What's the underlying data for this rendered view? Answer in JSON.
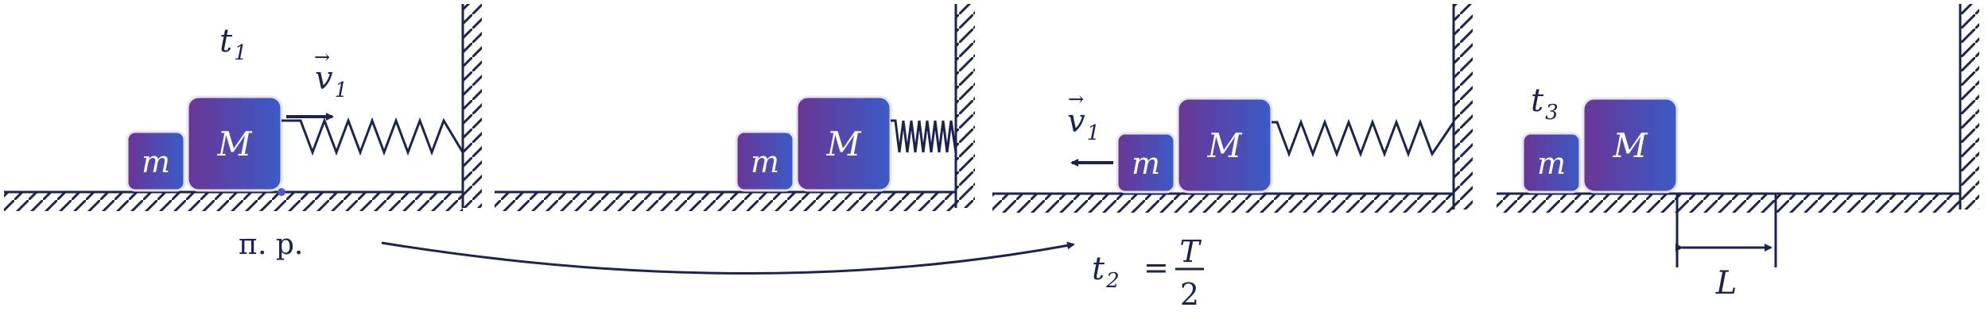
{
  "colors": {
    "ink": "#1b2350",
    "block_start": "#6a3596",
    "block_end": "#3a5bc7",
    "block_stroke": "#e9e4f5"
  },
  "labels": {
    "t1": "t",
    "t1_sub": "1",
    "v1": "v",
    "v1_sub": "1",
    "v1_arrow": "→",
    "v1b": "v",
    "v1b_sub": "1",
    "v1b_arrow": "→",
    "m1": "m",
    "M1": "M",
    "m2": "m",
    "M2": "M",
    "m3": "m",
    "M3": "M",
    "t3": "t",
    "t3_sub": "3",
    "m4": "m",
    "M4": "M",
    "np": "п. р.",
    "t2": "t",
    "t2_sub": "2",
    "eq": "=",
    "T": "T",
    "two": "2",
    "L": "L"
  }
}
